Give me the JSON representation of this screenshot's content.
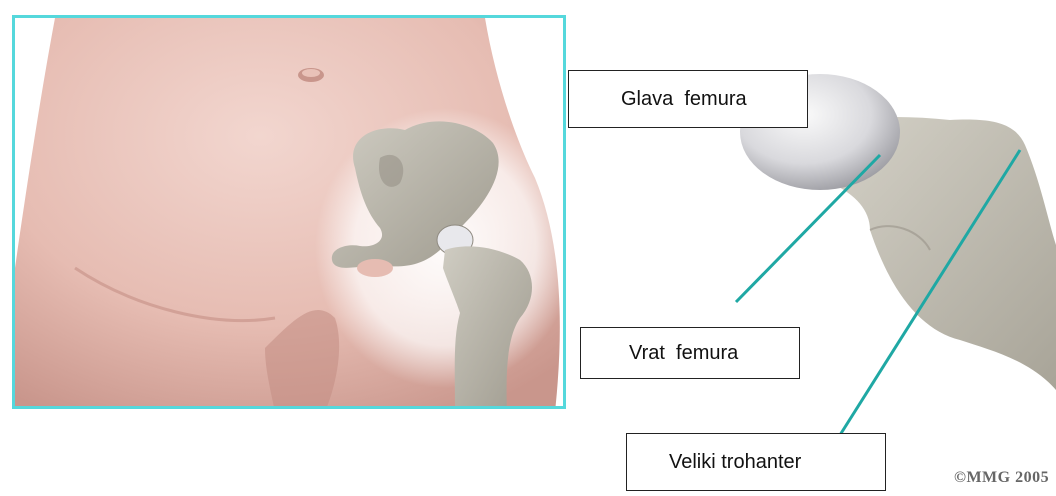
{
  "labels": {
    "head": "Glava  femura",
    "neck": "Vrat  femura",
    "trochanter": "Veliki trohanter"
  },
  "copyright": "©MMG 2005",
  "colors": {
    "frame": "#55d8dc",
    "pointer": "#1fa8a4",
    "skin": "#e9c2b8",
    "bone": "#b8b4a8"
  },
  "icons": {
    "left_panel": "pelvis-hip-illustration",
    "right_panel": "femur-head-closeup"
  }
}
